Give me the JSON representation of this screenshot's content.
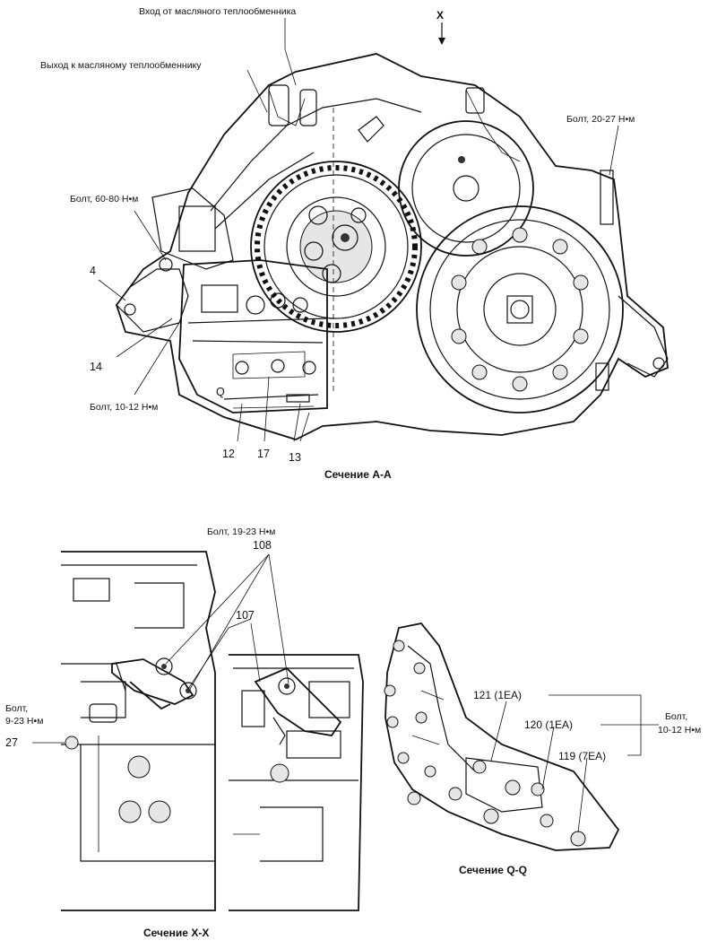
{
  "top": {
    "arrow_x": "X",
    "inlet_label": "Вход от масляного теплообменника",
    "outlet_label": "Выход к масляному теплообменнику",
    "bolt_60_80": "Болт, 60-80 Н•м",
    "bolt_20_27": "Болт, 20-27 Н•м",
    "bolt_10_12": "Болт, 10-12 Н•м",
    "ref_4": "4",
    "ref_14": "14",
    "ref_12": "12",
    "ref_17": "17",
    "ref_13": "13",
    "ref_q": "Q",
    "caption": "Сечение А-А"
  },
  "bottom_left": {
    "bolt_19_23": "Болт, 19-23 Н•м",
    "ref_108": "108",
    "ref_107": "107",
    "bolt_9_23_line1": "Болт,",
    "bolt_9_23_line2": "9-23 Н•м",
    "ref_27": "27",
    "caption": "Сечение X-X"
  },
  "bottom_right": {
    "ref_121": "121 (1EA)",
    "ref_120": "120 (1EA)",
    "ref_119": "119 (7EA)",
    "bolt_line1": "Болт,",
    "bolt_line2": "10-12 Н•м",
    "caption": "Сечение Q-Q"
  }
}
